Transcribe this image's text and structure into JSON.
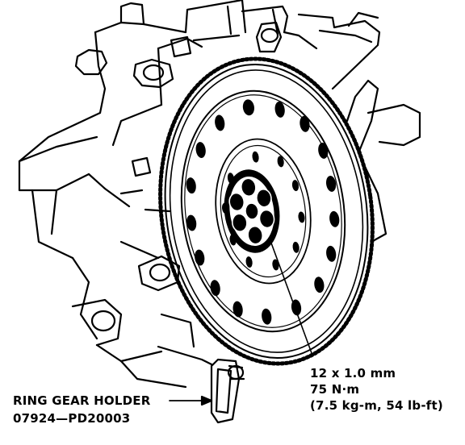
{
  "annotations": {
    "bolt_size": "12 x 1.0 mm",
    "torque_nm": "75 N·m",
    "torque_alt": "(7.5 kg-m, 54 lb-ft)",
    "tool_name": "RING GEAR HOLDER",
    "tool_number": "07924—PD20003"
  },
  "colors": {
    "ink": "#000000",
    "paper": "#ffffff"
  }
}
